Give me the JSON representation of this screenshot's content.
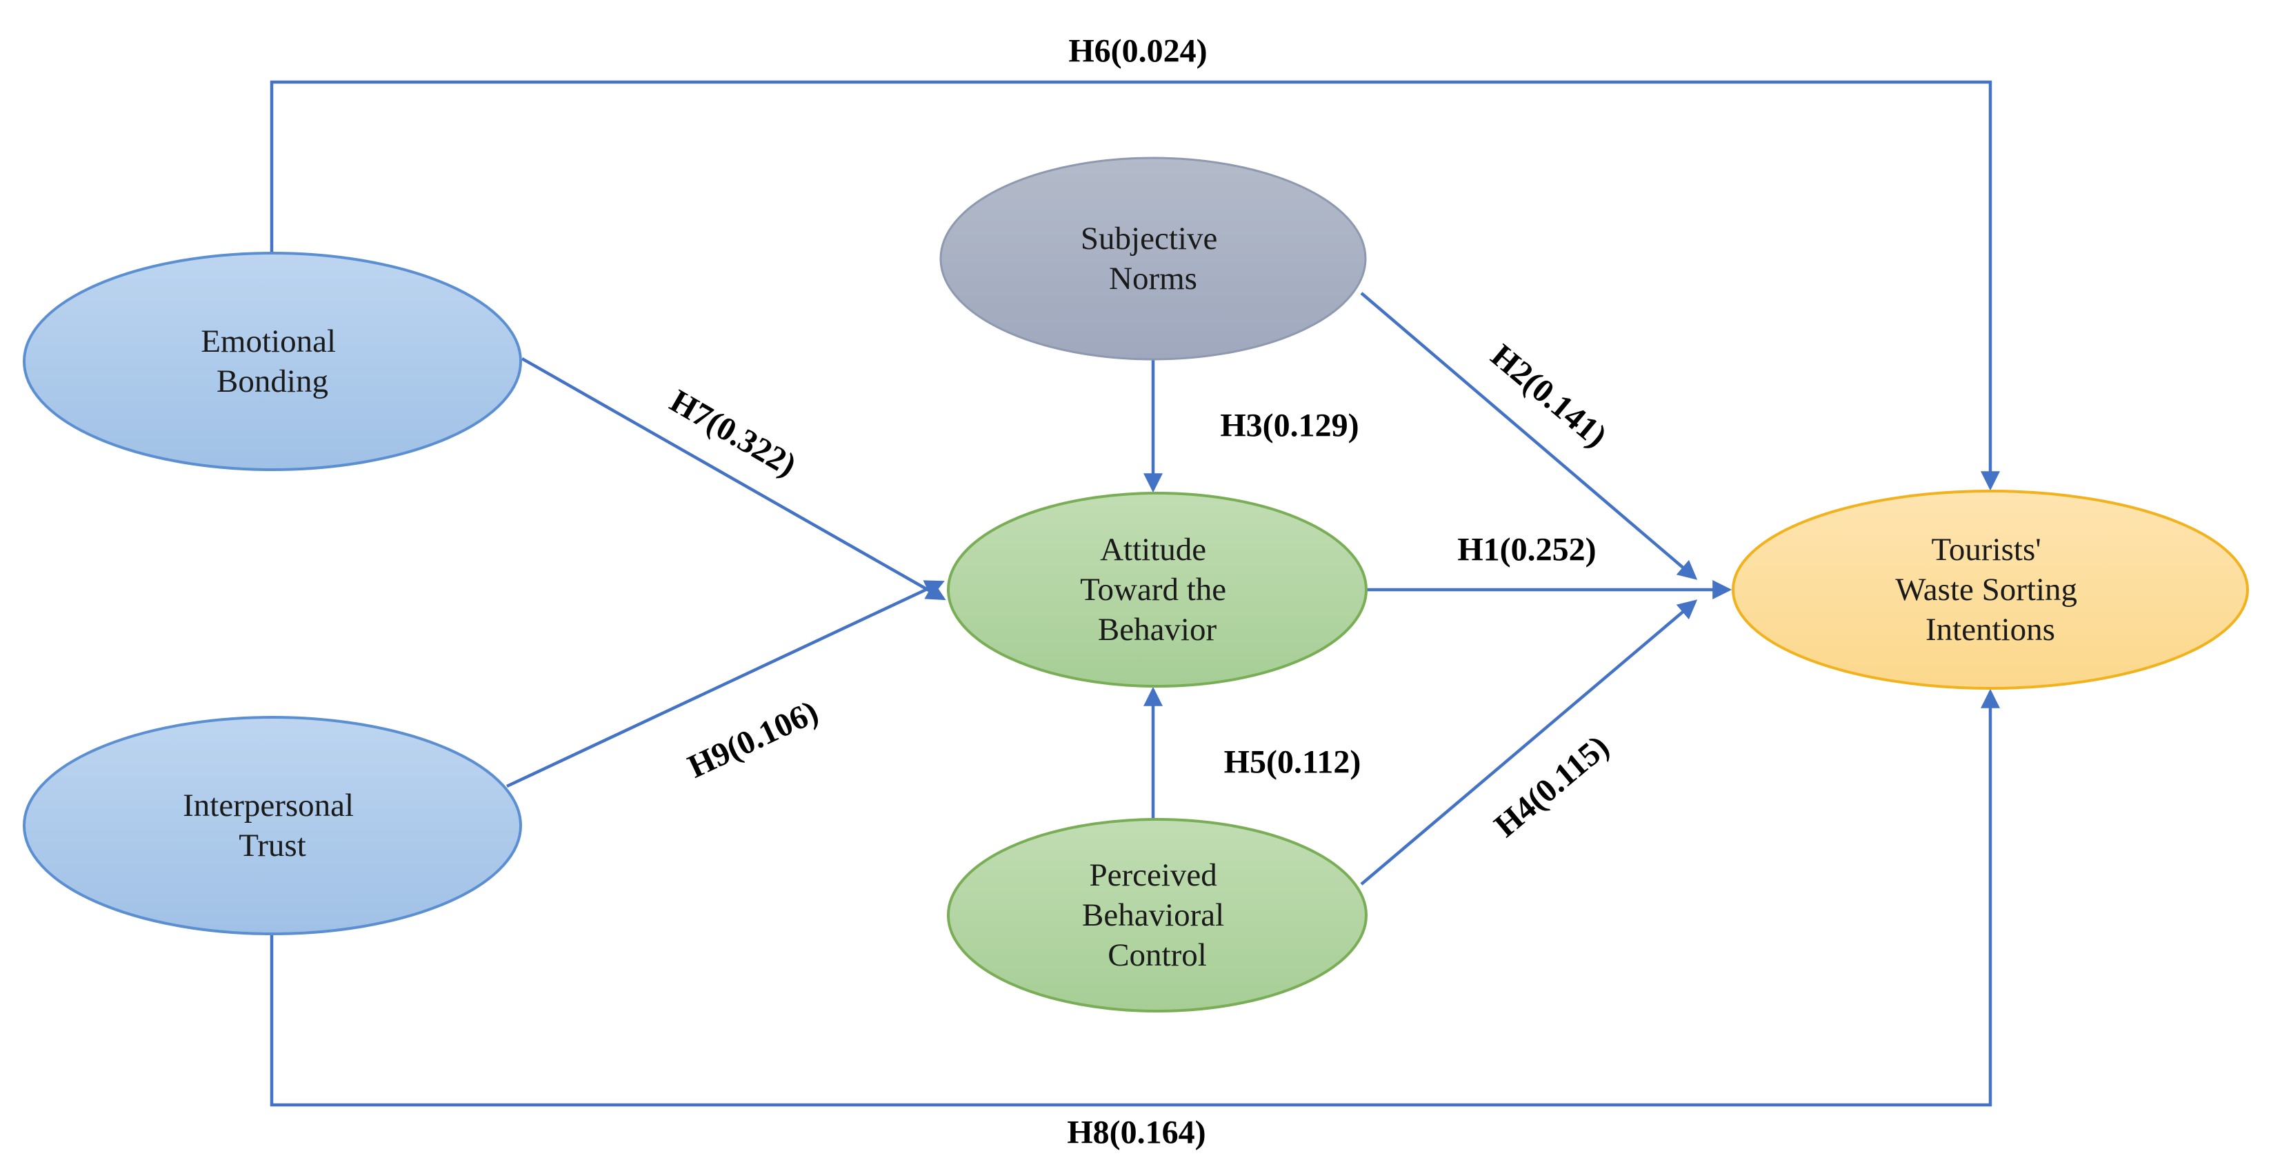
{
  "figure": {
    "type": "structural-path-diagram",
    "background": "#ffffff",
    "arrow_color": "#4472c4",
    "text_color": "#1a1a1a"
  },
  "nodes": {
    "emotional_bonding": {
      "label": "Emotional Bonding",
      "lines": [
        "Emotional",
        "Bonding"
      ],
      "fill": "#aecbea",
      "border": "#5b8fd2"
    },
    "interpersonal_trust": {
      "label": "Interpersonal Trust",
      "lines": [
        "Interpersonal",
        "Trust"
      ],
      "fill": "#aecbea",
      "border": "#5b8fd2"
    },
    "subjective_norms": {
      "label": "Subjective Norms",
      "lines": [
        "Subjective",
        "Norms"
      ],
      "fill": "#a9b2c4",
      "border": "#8e99af"
    },
    "attitude_toward_the_behavior": {
      "label": "Attitude Toward the Behavior",
      "lines": [
        "Attitude",
        "Toward the",
        "Behavior"
      ],
      "fill": "#b5d7a8",
      "border": "#7aae56"
    },
    "perceived_behavioral_control": {
      "label": "Perceived Behavioral Control",
      "lines": [
        "Perceived",
        "Behavioral",
        "Control"
      ],
      "fill": "#b5d7a8",
      "border": "#7aae56"
    },
    "tourists_waste_sorting_intentions": {
      "label": "Tourists' Waste Sorting Intentions",
      "lines": [
        "Tourists'",
        "Waste Sorting",
        "Intentions"
      ],
      "fill": "#fcdfa0",
      "border": "#f2b21d"
    }
  },
  "paths": {
    "h1": {
      "label": "H1(0.252)",
      "hypothesis": "H1",
      "coefficient": 0.252,
      "from": "attitude_toward_the_behavior",
      "to": "tourists_waste_sorting_intentions"
    },
    "h2": {
      "label": "H2(0.141)",
      "hypothesis": "H2",
      "coefficient": 0.141,
      "from": "subjective_norms",
      "to": "tourists_waste_sorting_intentions"
    },
    "h3": {
      "label": "H3(0.129)",
      "hypothesis": "H3",
      "coefficient": 0.129,
      "from": "subjective_norms",
      "to": "attitude_toward_the_behavior"
    },
    "h4": {
      "label": "H4(0.115)",
      "hypothesis": "H4",
      "coefficient": 0.115,
      "from": "perceived_behavioral_control",
      "to": "tourists_waste_sorting_intentions"
    },
    "h5": {
      "label": "H5(0.112)",
      "hypothesis": "H5",
      "coefficient": 0.112,
      "from": "perceived_behavioral_control",
      "to": "attitude_toward_the_behavior"
    },
    "h6": {
      "label": "H6(0.024)",
      "hypothesis": "H6",
      "coefficient": 0.024,
      "from": "emotional_bonding",
      "to": "tourists_waste_sorting_intentions"
    },
    "h7": {
      "label": "H7(0.322)",
      "hypothesis": "H7",
      "coefficient": 0.322,
      "from": "emotional_bonding",
      "to": "attitude_toward_the_behavior"
    },
    "h8": {
      "label": "H8(0.164)",
      "hypothesis": "H8",
      "coefficient": 0.164,
      "from": "interpersonal_trust",
      "to": "tourists_waste_sorting_intentions"
    },
    "h9": {
      "label": "H9(0.106)",
      "hypothesis": "H9",
      "coefficient": 0.106,
      "from": "interpersonal_trust",
      "to": "attitude_toward_the_behavior"
    }
  }
}
